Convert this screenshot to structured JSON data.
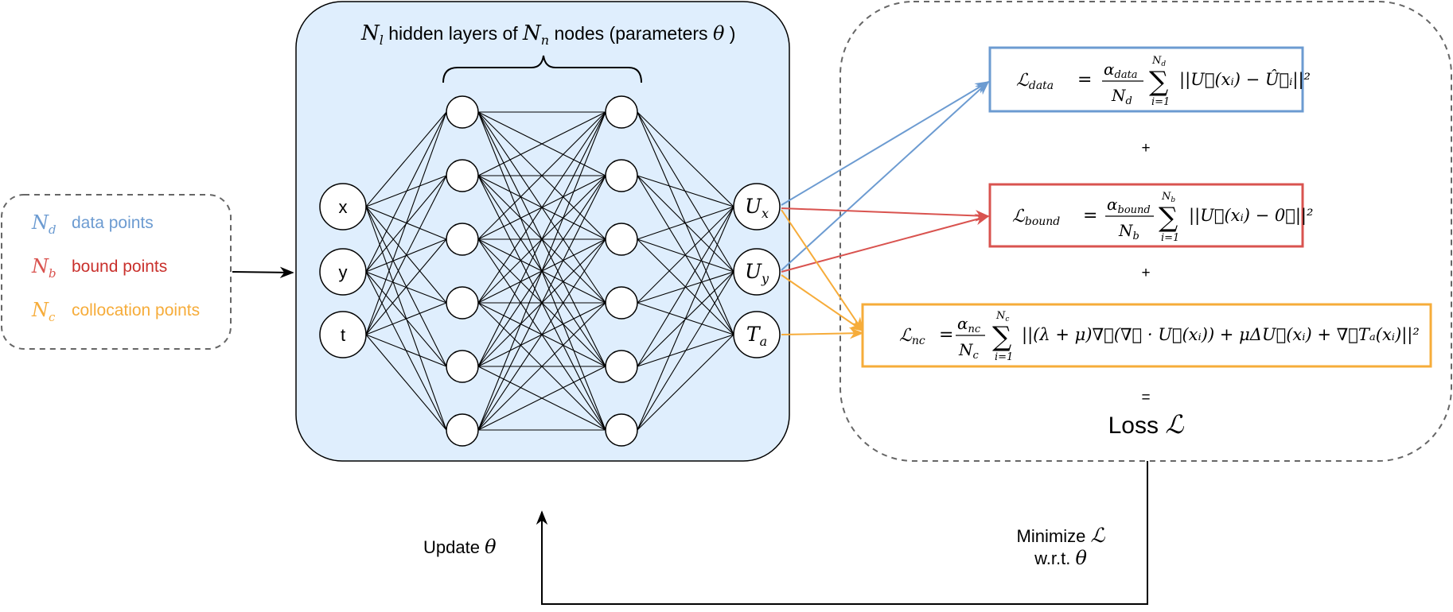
{
  "inputs_legend": {
    "data": {
      "symbol": "N",
      "sub": "d",
      "label": "data points"
    },
    "bound": {
      "symbol": "N",
      "sub": "b",
      "label": "bound points"
    },
    "colloc": {
      "symbol": "N",
      "sub": "c",
      "label": "collocation points"
    }
  },
  "network": {
    "title_pre": "N",
    "title_pre_sub": "l",
    "title_mid": " hidden layers of ",
    "title_n": "N",
    "title_n_sub": "n",
    "title_post": " nodes (parameters ",
    "title_theta": "θ",
    "title_end": " )",
    "input_nodes": [
      "x",
      "y",
      "t"
    ],
    "output_nodes": [
      {
        "main": "U",
        "sub": "x"
      },
      {
        "main": "U",
        "sub": "y"
      },
      {
        "main": "T",
        "sub": "a"
      }
    ],
    "hidden_layer_size": 6
  },
  "losses": {
    "data": {
      "lhs": "ℒ",
      "lhs_sub": "data",
      "eq": "=",
      "frac_num": "α",
      "frac_num_sub": "data",
      "frac_den": "N",
      "frac_den_sub": "d",
      "sum_top": "N",
      "sum_top_sub": "d",
      "sum_sym": "∑",
      "sum_bot": "i=1",
      "body": "||U⃗(xᵢ) − Û⃗ᵢ||²"
    },
    "plus1": "+",
    "bound": {
      "lhs": "ℒ",
      "lhs_sub": "bound",
      "eq": "=",
      "frac_num": "α",
      "frac_num_sub": "bound",
      "frac_den": "N",
      "frac_den_sub": "b",
      "sum_top": "N",
      "sum_top_sub": "b",
      "sum_sym": "∑",
      "sum_bot": "i=1",
      "body": "||U⃗(xᵢ) − 0⃗||²"
    },
    "plus2": "+",
    "nc": {
      "lhs": "ℒ",
      "lhs_sub": "nc",
      "eq": "=",
      "frac_num": "α",
      "frac_num_sub": "nc",
      "frac_den": "N",
      "frac_den_sub": "c",
      "sum_top": "N",
      "sum_top_sub": "c",
      "sum_sym": "∑",
      "sum_bot": "i=1",
      "body": "||(λ + μ)∇⃗(∇⃗ · U⃗(xᵢ)) + μΔU⃗(xᵢ) + ∇⃗Tₐ(xᵢ)||²"
    },
    "equals": "=",
    "total_word": "Loss",
    "total_symbol": "ℒ"
  },
  "feedback": {
    "update_word": "Update",
    "update_symbol": "θ",
    "minimize_word": "Minimize",
    "minimize_symbol": "ℒ",
    "wrt_word": "w.r.t.",
    "wrt_symbol": "θ"
  },
  "colors": {
    "data": "#6c9bd1",
    "bound": "#d9534f",
    "colloc": "#f6ac3a",
    "network_fill": "#dfeefd",
    "dashed": "#666666",
    "ink": "#000000"
  }
}
